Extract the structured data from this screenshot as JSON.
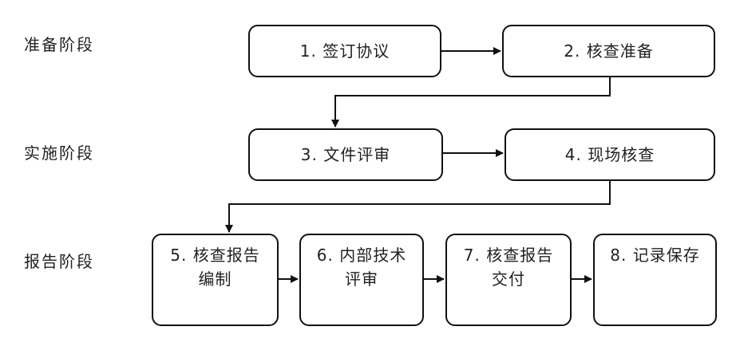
{
  "stages": [
    {
      "label": "准备阶段"
    },
    {
      "label": "实施阶段"
    },
    {
      "label": "报告阶段"
    }
  ],
  "steps": [
    {
      "lines": [
        "1. 签订协议"
      ]
    },
    {
      "lines": [
        "2. 核查准备"
      ]
    },
    {
      "lines": [
        "3. 文件评审"
      ]
    },
    {
      "lines": [
        "4. 现场核查"
      ]
    },
    {
      "lines": [
        "5. 核查报告",
        "编制"
      ]
    },
    {
      "lines": [
        "6. 内部技术",
        "评审"
      ]
    },
    {
      "lines": [
        "7. 核查报告",
        "交付"
      ]
    },
    {
      "lines": [
        "8. 记录保存"
      ]
    }
  ]
}
